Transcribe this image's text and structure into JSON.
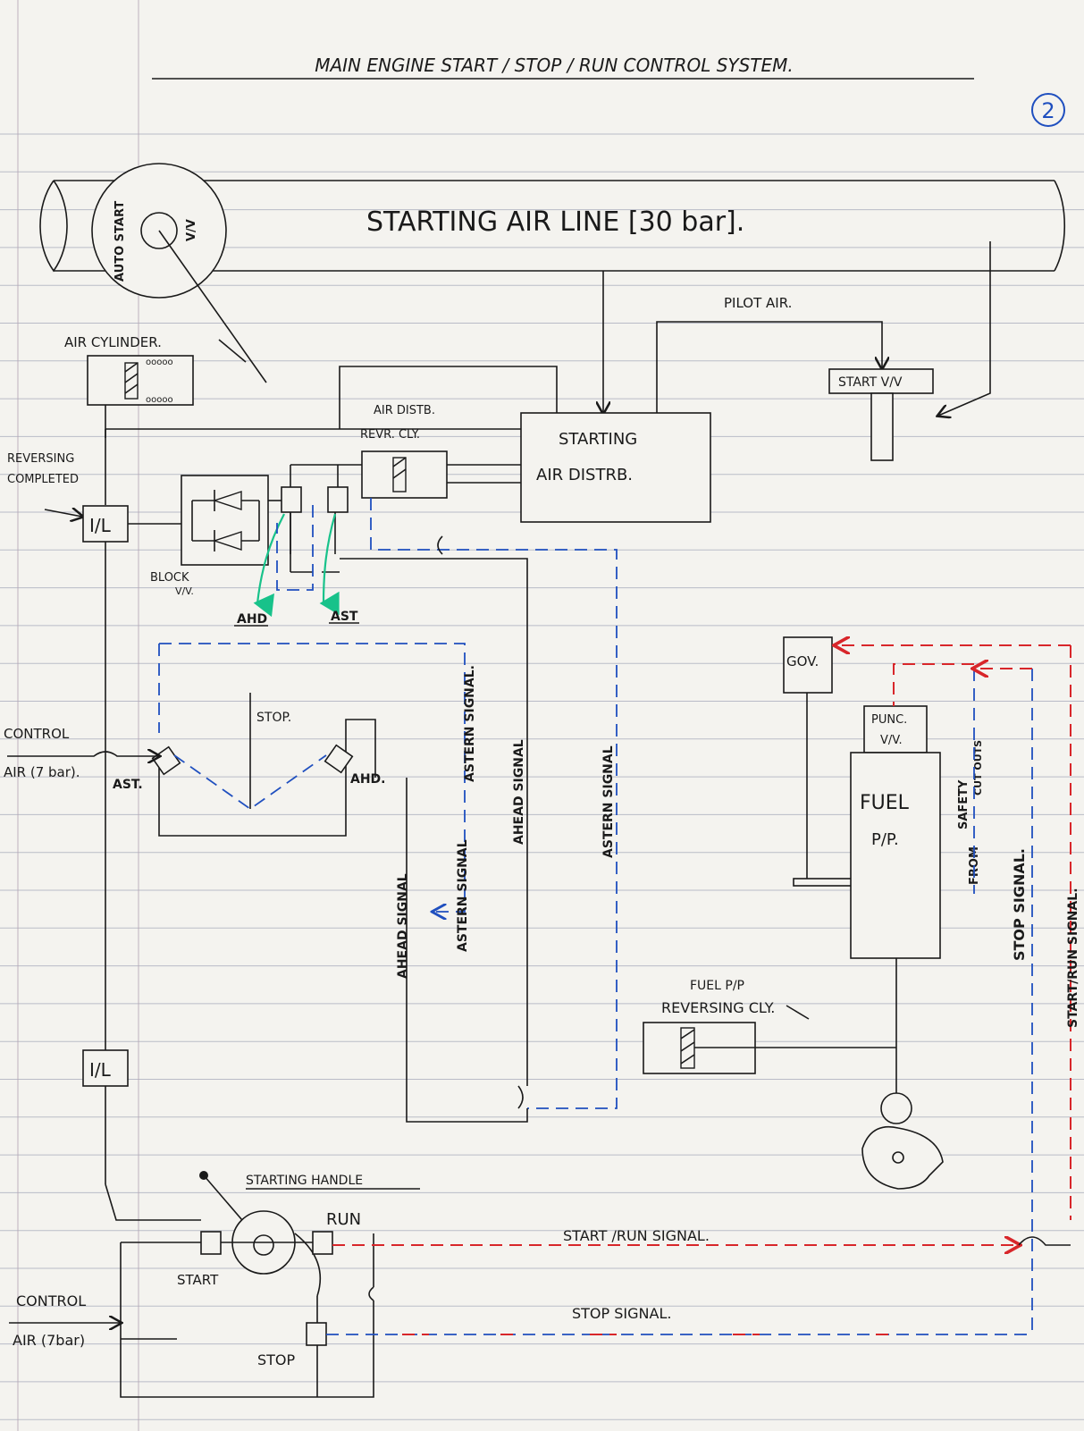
{
  "page": {
    "title": "MAIN ENGINE   START / STOP / RUN CONTROL SYSTEM.",
    "page_number": "2"
  },
  "labels": {
    "starting_air_line": "STARTING AIR LINE [30 bar].",
    "auto_start": "AUTO START",
    "v_v": "V/V",
    "air_cylinder": "AIR CYLINDER.",
    "pilot_air": "PILOT AIR.",
    "start_vv": "START V/V",
    "air_distb": "AIR DISTB.",
    "revr_cly": "REVR. CLY.",
    "starting": "STARTING",
    "air_distrb": "AIR DISTRB.",
    "reversing": "REVERSING",
    "completed": "COMPLETED",
    "interlock_upper": "I/L",
    "interlock_lower": "I/L",
    "block_vv": "BLOCK",
    "block_vv2": "V/V.",
    "ahd_upper": "AHD",
    "ast_upper": "AST",
    "gov": "GOV.",
    "punc_vv": "PUNC.",
    "punc_vv2": "V/V.",
    "fuel_pp": "FUEL",
    "fuel_pp2": "P/P.",
    "from_safety": "FROM",
    "safety": "SAFETY",
    "cut_outs": "CUT OUTS",
    "stop_small": "STOP.",
    "control_air_upper": "CONTROL",
    "control_air_upper2": "AIR (7 bar).",
    "ast_lever": "AST.",
    "ahd_lever": "AHD.",
    "ahead_signal_left": "AHEAD SIGNAL",
    "astern_signal_left": "ASTERN SIGNAL",
    "astern_signal_mid": "ASTERN SIGNAL.",
    "ahead_signal_mid": "AHEAD SIGNAL",
    "astern_signal_right": "ASTERN SIGNAL",
    "stop_signal_vertical": "STOP SIGNAL.",
    "start_run_signal_vertical": "START/RUN SIGNAL.",
    "fuel_pp_reversing": "FUEL P/P",
    "fuel_pp_reversing2": "REVERSING CLY.",
    "starting_handle": "STARTING HANDLE",
    "run": "RUN",
    "start": "START",
    "stop": "STOP",
    "start_run_signal": "START /RUN SIGNAL.",
    "stop_signal": "STOP SIGNAL.",
    "control_air_lower": "CONTROL",
    "control_air_lower2": "AIR (7bar)"
  },
  "colors": {
    "ink": "#1a1a1a",
    "signal_blue": "#1f4fbf",
    "signal_red": "#d8262a",
    "arrow_green": "#18c28a",
    "paper": "#f4f3ef"
  }
}
